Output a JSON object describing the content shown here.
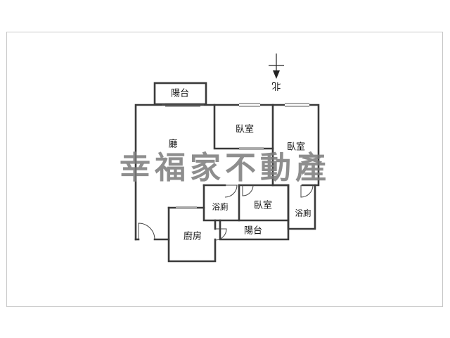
{
  "floorplan": {
    "rooms": {
      "balcony_top": "陽台",
      "living": "廳",
      "bedroom_1": "臥室",
      "bedroom_2": "臥室",
      "bath_1": "浴廁",
      "bedroom_3": "臥室",
      "bath_2": "浴廁",
      "kitchen": "廚房",
      "balcony_bottom": "陽台"
    },
    "north_label": "北",
    "watermark": "幸福家不動產"
  }
}
